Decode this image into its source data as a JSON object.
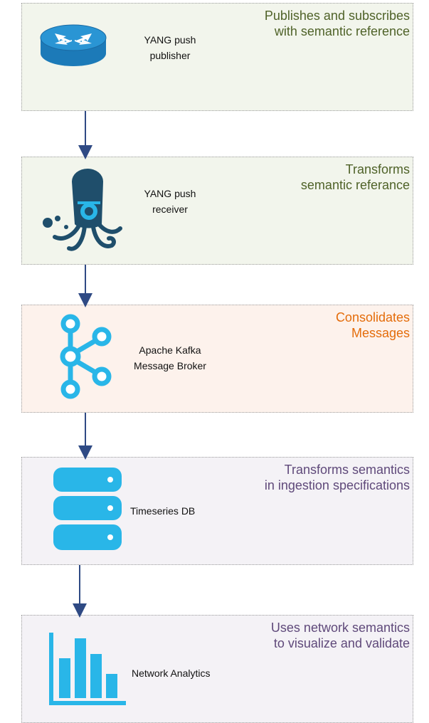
{
  "colors": {
    "green_title": "#4f6228",
    "orange_title": "#e46c0a",
    "purple_title": "#5f497a",
    "green_bg": "#f2f5ec",
    "orange_bg": "#fdf2ec",
    "purple_bg": "#f4f2f6",
    "arrow": "#2f4a84",
    "icon_blue": "#29b6e8"
  },
  "stages": [
    {
      "title": "Publishes and subscribes\nwith semantic reference",
      "label": "YANG push\npublisher",
      "icon": "router-icon"
    },
    {
      "title": "Transforms\nsemantic referance",
      "label": "YANG push\nreceiver",
      "icon": "octopus-icon"
    },
    {
      "title": "Consolidates\nMessages",
      "label": "Apache Kafka\nMessage Broker",
      "icon": "kafka-icon"
    },
    {
      "title": "Transforms semantics\nin ingestion specifications",
      "label": "Timeseries DB",
      "icon": "database-icon"
    },
    {
      "title": "Uses network semantics\nto visualize and validate",
      "label": "Network Analytics",
      "icon": "bar-chart-icon"
    }
  ]
}
